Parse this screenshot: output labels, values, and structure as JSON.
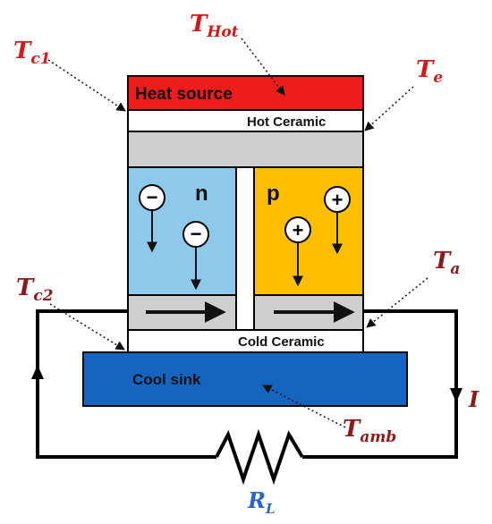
{
  "labels": {
    "heat_source": "Heat source",
    "hot_ceramic": "Hot Ceramic",
    "cold_ceramic": "Cold Ceramic",
    "cool_sink": "Cool sink",
    "n_type": "n",
    "p_type": "p",
    "minus_sign": "−",
    "plus_sign": "+"
  },
  "temperatures": {
    "t_hot": {
      "main": "T",
      "sub": "Hot"
    },
    "t_c1": {
      "main": "T",
      "sub": "c1"
    },
    "t_e": {
      "main": "T",
      "sub": "e"
    },
    "t_c2": {
      "main": "T",
      "sub": "c2"
    },
    "t_a": {
      "main": "T",
      "sub": "a"
    },
    "t_amb": {
      "main": "T",
      "sub": "amb"
    }
  },
  "circuit": {
    "current_label": "I",
    "resistor": {
      "main": "R",
      "sub": "L"
    }
  },
  "colors": {
    "heat_source": "#ee1c1c",
    "n_block": "#8ec8ea",
    "p_block": "#ffbf00",
    "electrode": "#cfcfcf",
    "cool_sink": "#1565c0",
    "red_label": "#d11a1a",
    "brown_label": "#8b1a1a",
    "blue_label": "#2f63c9"
  }
}
